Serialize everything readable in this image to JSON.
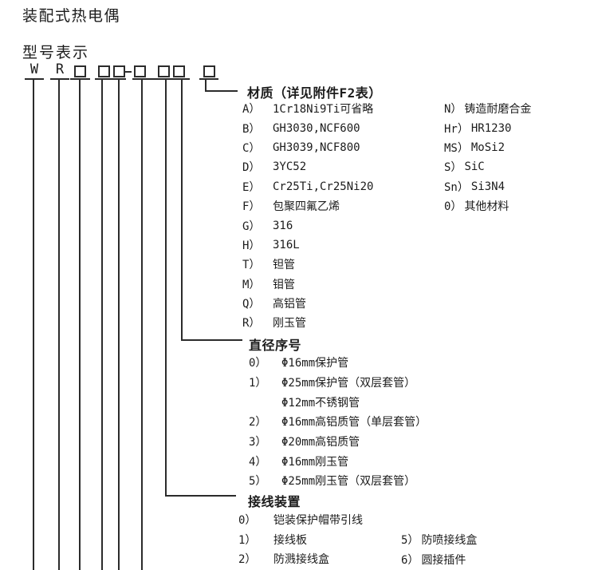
{
  "page": {
    "title": "装配式热电偶",
    "subtitle": "型号表示"
  },
  "model": {
    "letters": [
      "W",
      "R"
    ],
    "dash": "-"
  },
  "colors": {
    "text": "#1c1c1c",
    "line": "#2b2b2b",
    "background": "#ffffff"
  },
  "material": {
    "header": "材质（详见附件F2表）",
    "left_items": [
      {
        "code": "A）",
        "value": "1Cr18Ni9Ti可省略"
      },
      {
        "code": "B）",
        "value": "GH3030,NCF600"
      },
      {
        "code": "C）",
        "value": "GH3039,NCF800"
      },
      {
        "code": "D）",
        "value": "3YC52"
      },
      {
        "code": "E）",
        "value": "Cr25Ti,Cr25Ni20"
      },
      {
        "code": "F）",
        "value": "包聚四氟乙烯"
      },
      {
        "code": "G）",
        "value": "316"
      },
      {
        "code": "H）",
        "value": "316L"
      },
      {
        "code": "T）",
        "value": "钽管"
      },
      {
        "code": "M）",
        "value": "钼管"
      },
      {
        "code": "Q）",
        "value": "高铝管"
      },
      {
        "code": "R）",
        "value": "刚玉管"
      }
    ],
    "right_items": [
      {
        "code": "N）",
        "value": "铸造耐磨合金"
      },
      {
        "code": "Hr）",
        "value": "HR1230"
      },
      {
        "code": "MS）",
        "value": "MoSi2"
      },
      {
        "code": "S）",
        "value": "SiC"
      },
      {
        "code": "Sn）",
        "value": "Si3N4"
      },
      {
        "code": "0）",
        "value": "其他材料"
      }
    ]
  },
  "diameter": {
    "header": "直径序号",
    "items": [
      {
        "code": "0）",
        "value": "Φ16mm保护管"
      },
      {
        "code": "1）",
        "value": "Φ25mm保护管（双层套管）"
      },
      {
        "code": "",
        "value": "Φ12mm不锈钢管"
      },
      {
        "code": "2）",
        "value": "Φ16mm高铝质管（单层套管）"
      },
      {
        "code": "3）",
        "value": "Φ20mm高铝质管"
      },
      {
        "code": "4）",
        "value": "Φ16mm刚玉管"
      },
      {
        "code": "5）",
        "value": "Φ25mm刚玉管（双层套管）"
      }
    ]
  },
  "wiring": {
    "header": "接线装置",
    "left_items": [
      {
        "code": "0）",
        "value": "铠装保护帽带引线"
      },
      {
        "code": "1）",
        "value": "接线板"
      },
      {
        "code": "2）",
        "value": "防溅接线盒"
      }
    ],
    "right_items": [
      {
        "code": "5）",
        "value": "防喷接线盒"
      },
      {
        "code": "6）",
        "value": "圆接插件"
      }
    ]
  }
}
